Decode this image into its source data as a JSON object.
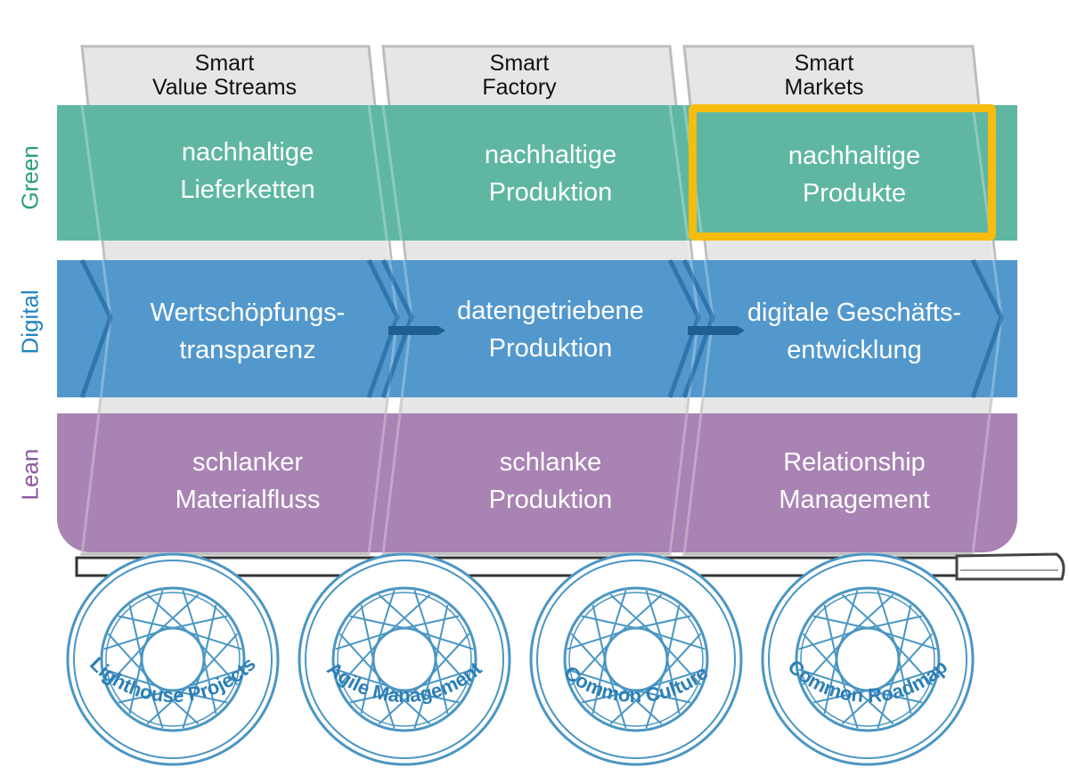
{
  "columns": [
    {
      "title_line1": "Smart",
      "title_line2": "Value Streams"
    },
    {
      "title_line1": "Smart",
      "title_line2": "Factory"
    },
    {
      "title_line1": "Smart",
      "title_line2": "Markets"
    }
  ],
  "rows": [
    {
      "label": "Green",
      "color": "#2a9d7c",
      "cells": [
        {
          "line1": "nachhaltige",
          "line2": "Lieferketten"
        },
        {
          "line1": "nachhaltige",
          "line2": "Produktion"
        },
        {
          "line1": "nachhaltige",
          "line2": "Produkte"
        }
      ]
    },
    {
      "label": "Digital",
      "color": "#1f82c4",
      "cells": [
        {
          "line1": "Wertschöpfungs-",
          "line2": "transparenz"
        },
        {
          "line1": "datengetriebene",
          "line2": "Produktion"
        },
        {
          "line1": "digitale Geschäfts-",
          "line2": "entwicklung"
        }
      ]
    },
    {
      "label": "Lean",
      "color": "#8b54a0",
      "cells": [
        {
          "line1": "schlanker",
          "line2": "Materialfluss"
        },
        {
          "line1": "schlanke",
          "line2": "Produktion"
        },
        {
          "line1": "Relationship",
          "line2": "Management"
        }
      ]
    }
  ],
  "wheels": [
    {
      "label": "Lighthouse Projects"
    },
    {
      "label": "Agile Management"
    },
    {
      "label": "Common Culture"
    },
    {
      "label": "Common Roadmap"
    }
  ],
  "colors": {
    "highlight": "#f6bd0f",
    "wheel": "#4a96c3",
    "wheel_text": "#2c7fb5",
    "chevron": "#e6e6e6"
  }
}
